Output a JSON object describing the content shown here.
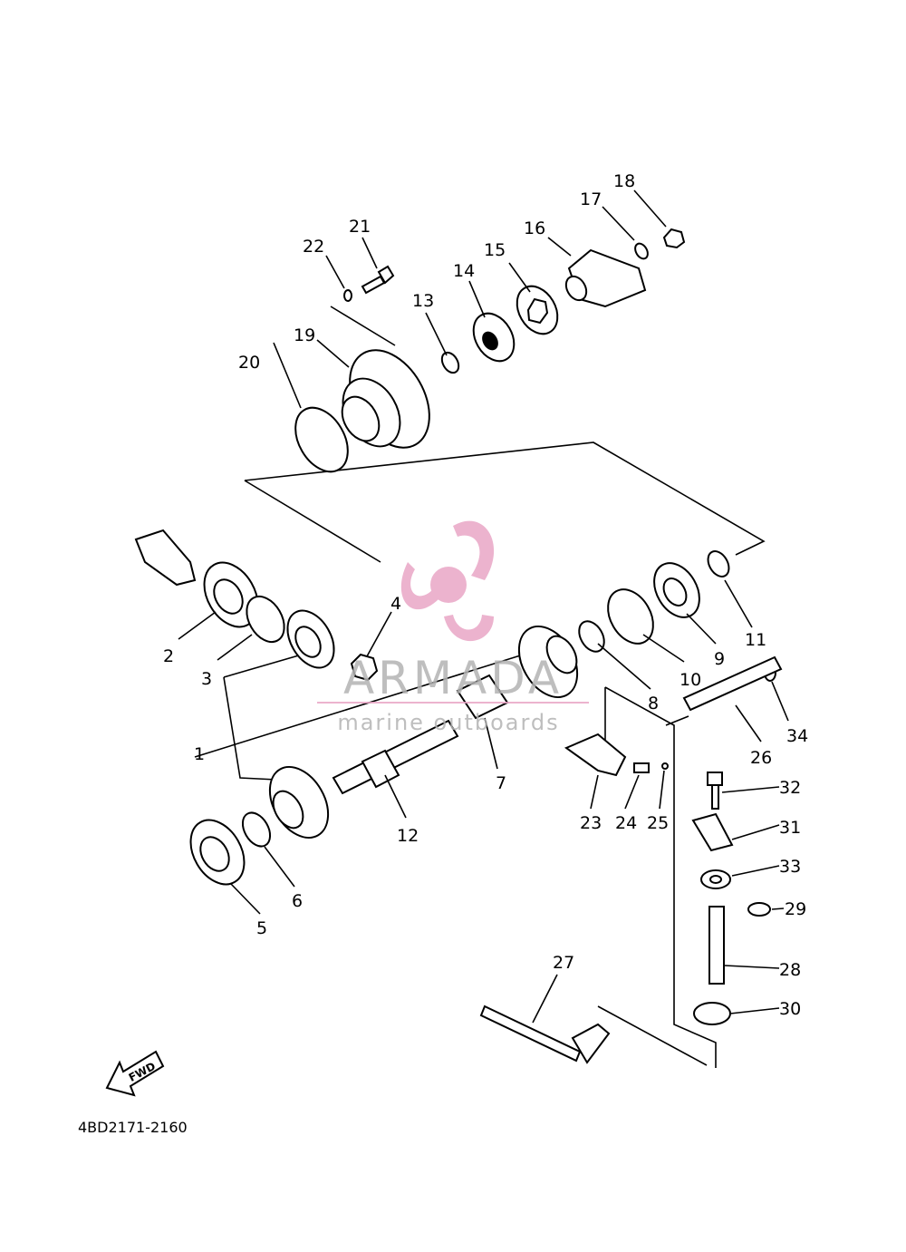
{
  "drawing_code": "4BD2171-2160",
  "direction_label": "FWD",
  "callouts": [
    "1",
    "2",
    "3",
    "4",
    "5",
    "6",
    "7",
    "8",
    "9",
    "10",
    "11",
    "12",
    "13",
    "14",
    "15",
    "16",
    "17",
    "18",
    "19",
    "20",
    "21",
    "22",
    "23",
    "24",
    "25",
    "26",
    "27",
    "28",
    "29",
    "30",
    "31",
    "32",
    "33",
    "34"
  ],
  "watermark": {
    "brand": "ARMADA",
    "tagline": "marine outboards",
    "color": "#e9a6c6"
  }
}
